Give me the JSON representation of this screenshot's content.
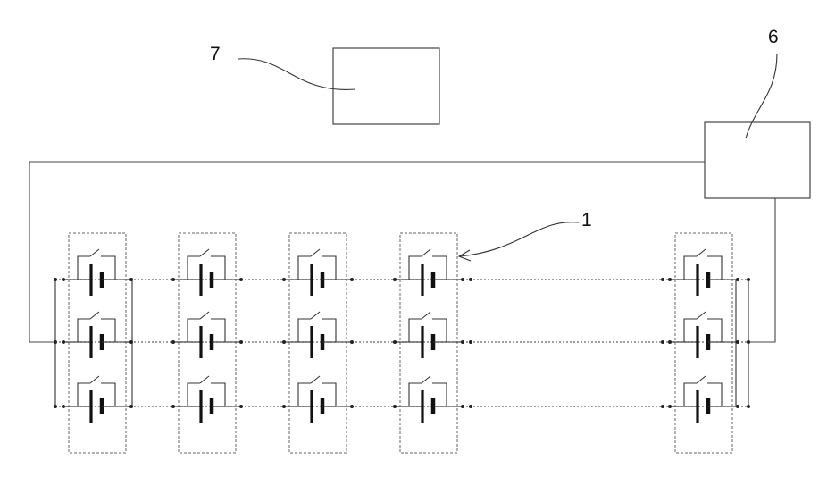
{
  "labels": {
    "seven": "7",
    "six": "6",
    "one": "1"
  },
  "colors": {
    "line": "#333333",
    "dash": "#666666",
    "dot": "#222222"
  }
}
